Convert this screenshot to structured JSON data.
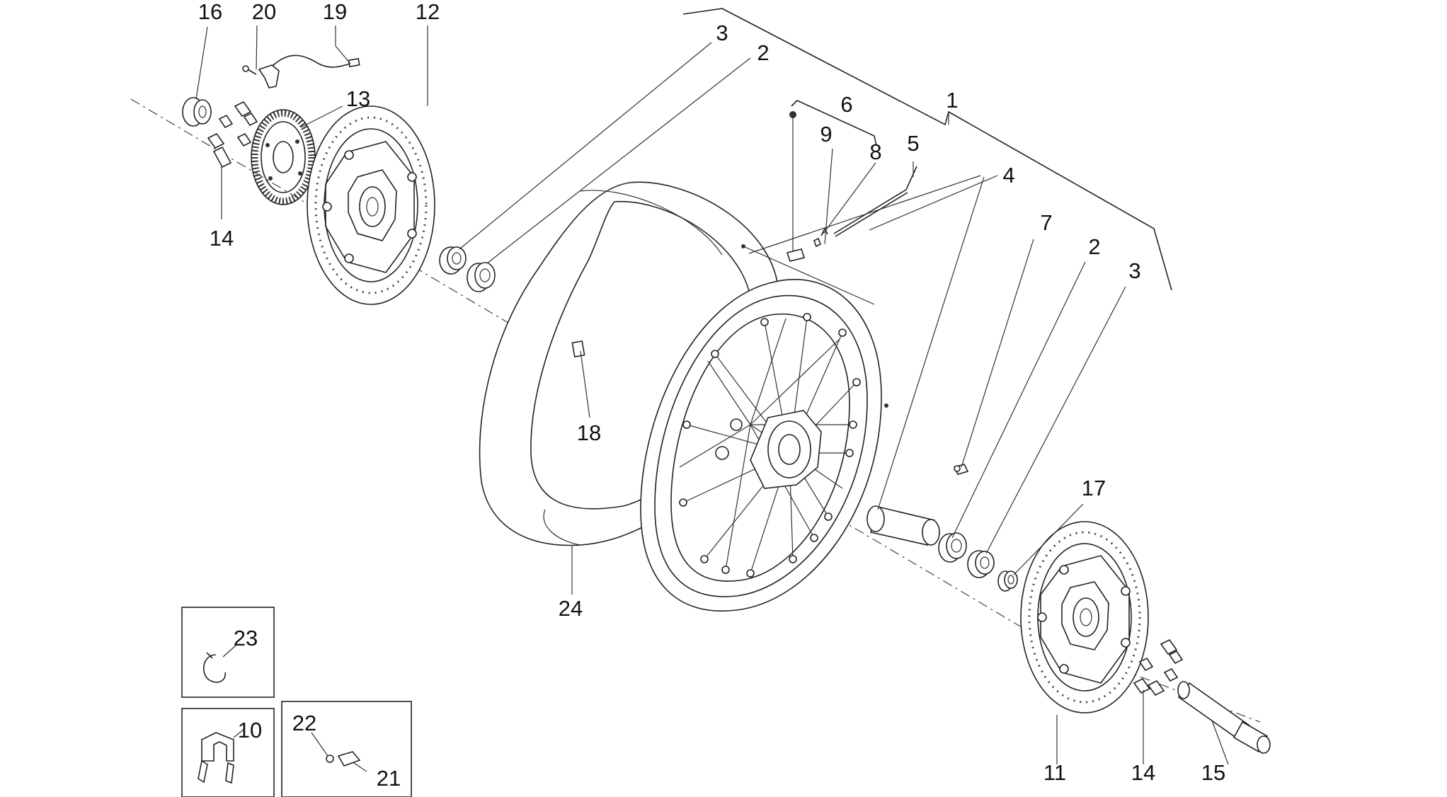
{
  "callouts": [
    {
      "id": "c1",
      "text": "1"
    },
    {
      "id": "c2a",
      "text": "2"
    },
    {
      "id": "c2b",
      "text": "2"
    },
    {
      "id": "c3a",
      "text": "3"
    },
    {
      "id": "c3b",
      "text": "3"
    },
    {
      "id": "c4",
      "text": "4"
    },
    {
      "id": "c5",
      "text": "5"
    },
    {
      "id": "c6",
      "text": "6"
    },
    {
      "id": "c7",
      "text": "7"
    },
    {
      "id": "c8",
      "text": "8"
    },
    {
      "id": "c9",
      "text": "9"
    },
    {
      "id": "c10",
      "text": "10"
    },
    {
      "id": "c11",
      "text": "11"
    },
    {
      "id": "c12",
      "text": "12"
    },
    {
      "id": "c13",
      "text": "13"
    },
    {
      "id": "c14a",
      "text": "14"
    },
    {
      "id": "c14b",
      "text": "14"
    },
    {
      "id": "c15",
      "text": "15"
    },
    {
      "id": "c16",
      "text": "16"
    },
    {
      "id": "c17",
      "text": "17"
    },
    {
      "id": "c18",
      "text": "18"
    },
    {
      "id": "c19",
      "text": "19"
    },
    {
      "id": "c20",
      "text": "20"
    },
    {
      "id": "c21",
      "text": "21"
    },
    {
      "id": "c22",
      "text": "22"
    },
    {
      "id": "c23",
      "text": "23"
    },
    {
      "id": "c24",
      "text": "24"
    }
  ],
  "colors": {
    "line": "#222222",
    "background": "#ffffff",
    "text": "#111111"
  }
}
